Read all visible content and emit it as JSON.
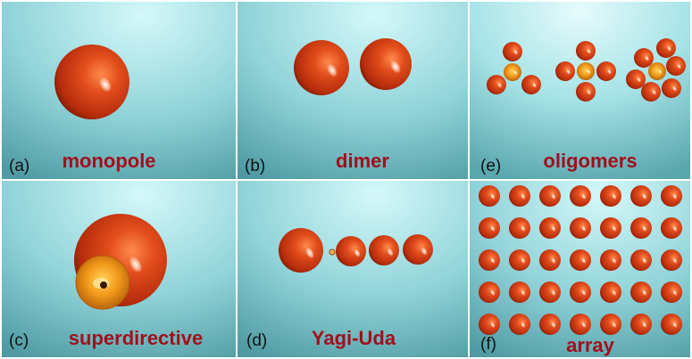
{
  "panels": {
    "monopole": {
      "tag": "(a)",
      "name": "monopole"
    },
    "dimer": {
      "tag": "(b)",
      "name": "dimer"
    },
    "oligomers": {
      "tag": "(e)",
      "name": "oligomers"
    },
    "superdirective": {
      "tag": "(c)",
      "name": "superdirective"
    },
    "yagi_uda": {
      "tag": "(d)",
      "name": "Yagi-Uda"
    },
    "array": {
      "tag": "(f)",
      "name": "array"
    }
  },
  "colors": {
    "sphere": "#d8441a",
    "sphere_core": "#f29a1e",
    "background_light": "#c6f2f4",
    "background_dark": "#56a6ad",
    "name_text": "#a10f1d"
  }
}
